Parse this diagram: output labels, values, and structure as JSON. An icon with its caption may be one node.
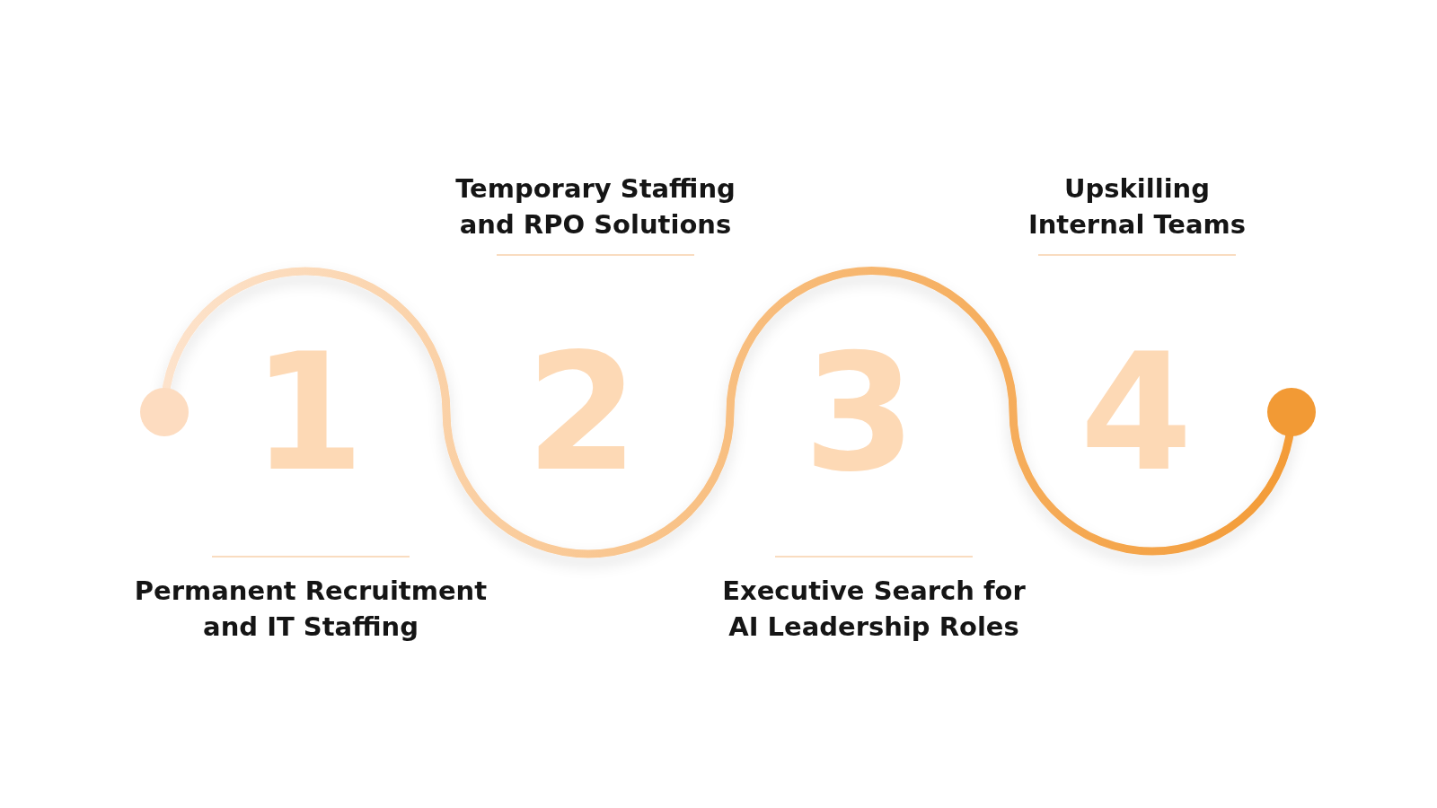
{
  "diagram": {
    "nodes": [
      {
        "text": [
          "1",
          "Permanent Recruitment and IT Staffing"
        ]
      },
      {
        "text": [
          "Temporary Staffing and RPO Solutions",
          "2"
        ]
      },
      {
        "text": [
          "3",
          "Executive Search for AI Leadership Roles"
        ]
      },
      {
        "text": [
          "Upskilling Internal Teams",
          "4"
        ]
      }
    ]
  }
}
